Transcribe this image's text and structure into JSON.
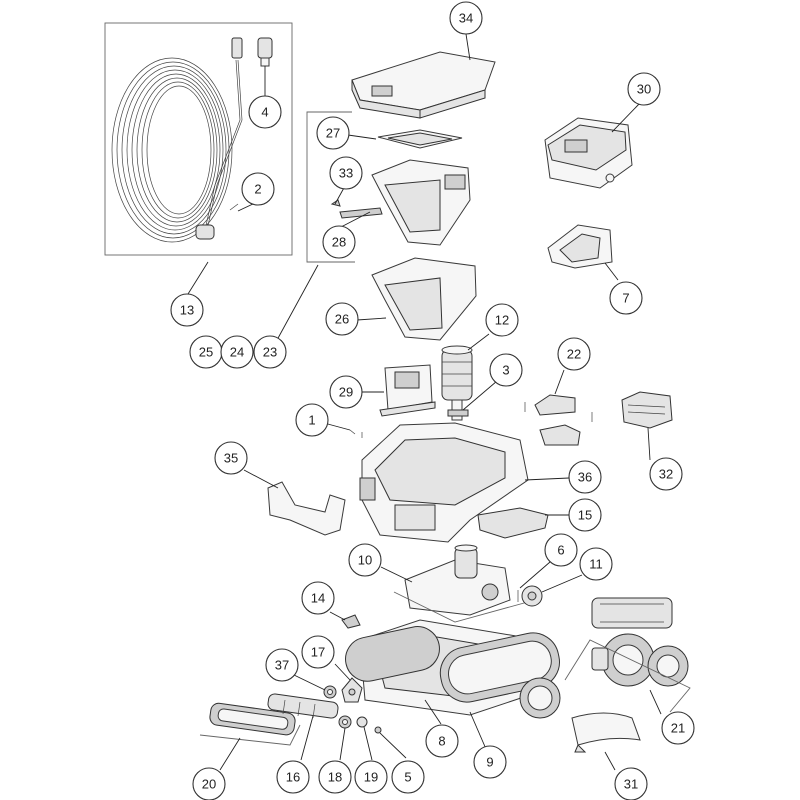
{
  "callouts": [
    {
      "id": "c34",
      "label": "34"
    },
    {
      "id": "c30",
      "label": "30"
    },
    {
      "id": "c4",
      "label": "4"
    },
    {
      "id": "c27",
      "label": "27"
    },
    {
      "id": "c33",
      "label": "33"
    },
    {
      "id": "c2",
      "label": "2"
    },
    {
      "id": "c28",
      "label": "28"
    },
    {
      "id": "c7",
      "label": "7"
    },
    {
      "id": "c13",
      "label": "13"
    },
    {
      "id": "c26",
      "label": "26"
    },
    {
      "id": "c12",
      "label": "12"
    },
    {
      "id": "c25",
      "label": "25"
    },
    {
      "id": "c24",
      "label": "24"
    },
    {
      "id": "c23",
      "label": "23"
    },
    {
      "id": "c22",
      "label": "22"
    },
    {
      "id": "c29",
      "label": "29"
    },
    {
      "id": "c3",
      "label": "3"
    },
    {
      "id": "c1",
      "label": "1"
    },
    {
      "id": "c32",
      "label": "32"
    },
    {
      "id": "c35",
      "label": "35"
    },
    {
      "id": "c36",
      "label": "36"
    },
    {
      "id": "c15",
      "label": "15"
    },
    {
      "id": "c6",
      "label": "6"
    },
    {
      "id": "c10",
      "label": "10"
    },
    {
      "id": "c11",
      "label": "11"
    },
    {
      "id": "c14",
      "label": "14"
    },
    {
      "id": "c17",
      "label": "17"
    },
    {
      "id": "c37",
      "label": "37"
    },
    {
      "id": "c8",
      "label": "8"
    },
    {
      "id": "c9",
      "label": "9"
    },
    {
      "id": "c21",
      "label": "21"
    },
    {
      "id": "c20",
      "label": "20"
    },
    {
      "id": "c16",
      "label": "16"
    },
    {
      "id": "c18",
      "label": "18"
    },
    {
      "id": "c19",
      "label": "19"
    },
    {
      "id": "c5",
      "label": "5"
    },
    {
      "id": "c31",
      "label": "31"
    }
  ]
}
